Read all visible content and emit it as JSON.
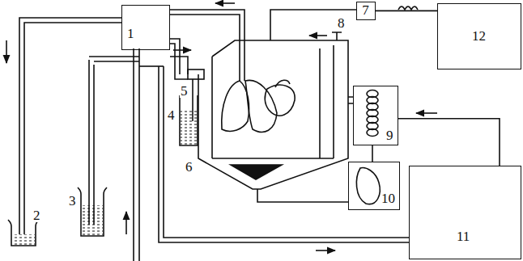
{
  "diagram": {
    "nodes": [
      {
        "text": [
          "1"
        ]
      },
      {
        "text": [
          "7"
        ]
      },
      {
        "text": [
          "9"
        ]
      },
      {
        "text": [
          "10"
        ]
      },
      {
        "text": [
          "11"
        ]
      },
      {
        "text": [
          "12"
        ]
      }
    ],
    "edges": [
      {
        "from": 1,
        "to": 5,
        "arrow": "none"
      },
      {
        "from": 4,
        "to": 2,
        "arrow": "none"
      },
      {
        "from": 2,
        "to": 3,
        "arrow": "none"
      }
    ],
    "labels": [
      "2",
      "3",
      "4",
      "5",
      "6",
      "8"
    ]
  }
}
